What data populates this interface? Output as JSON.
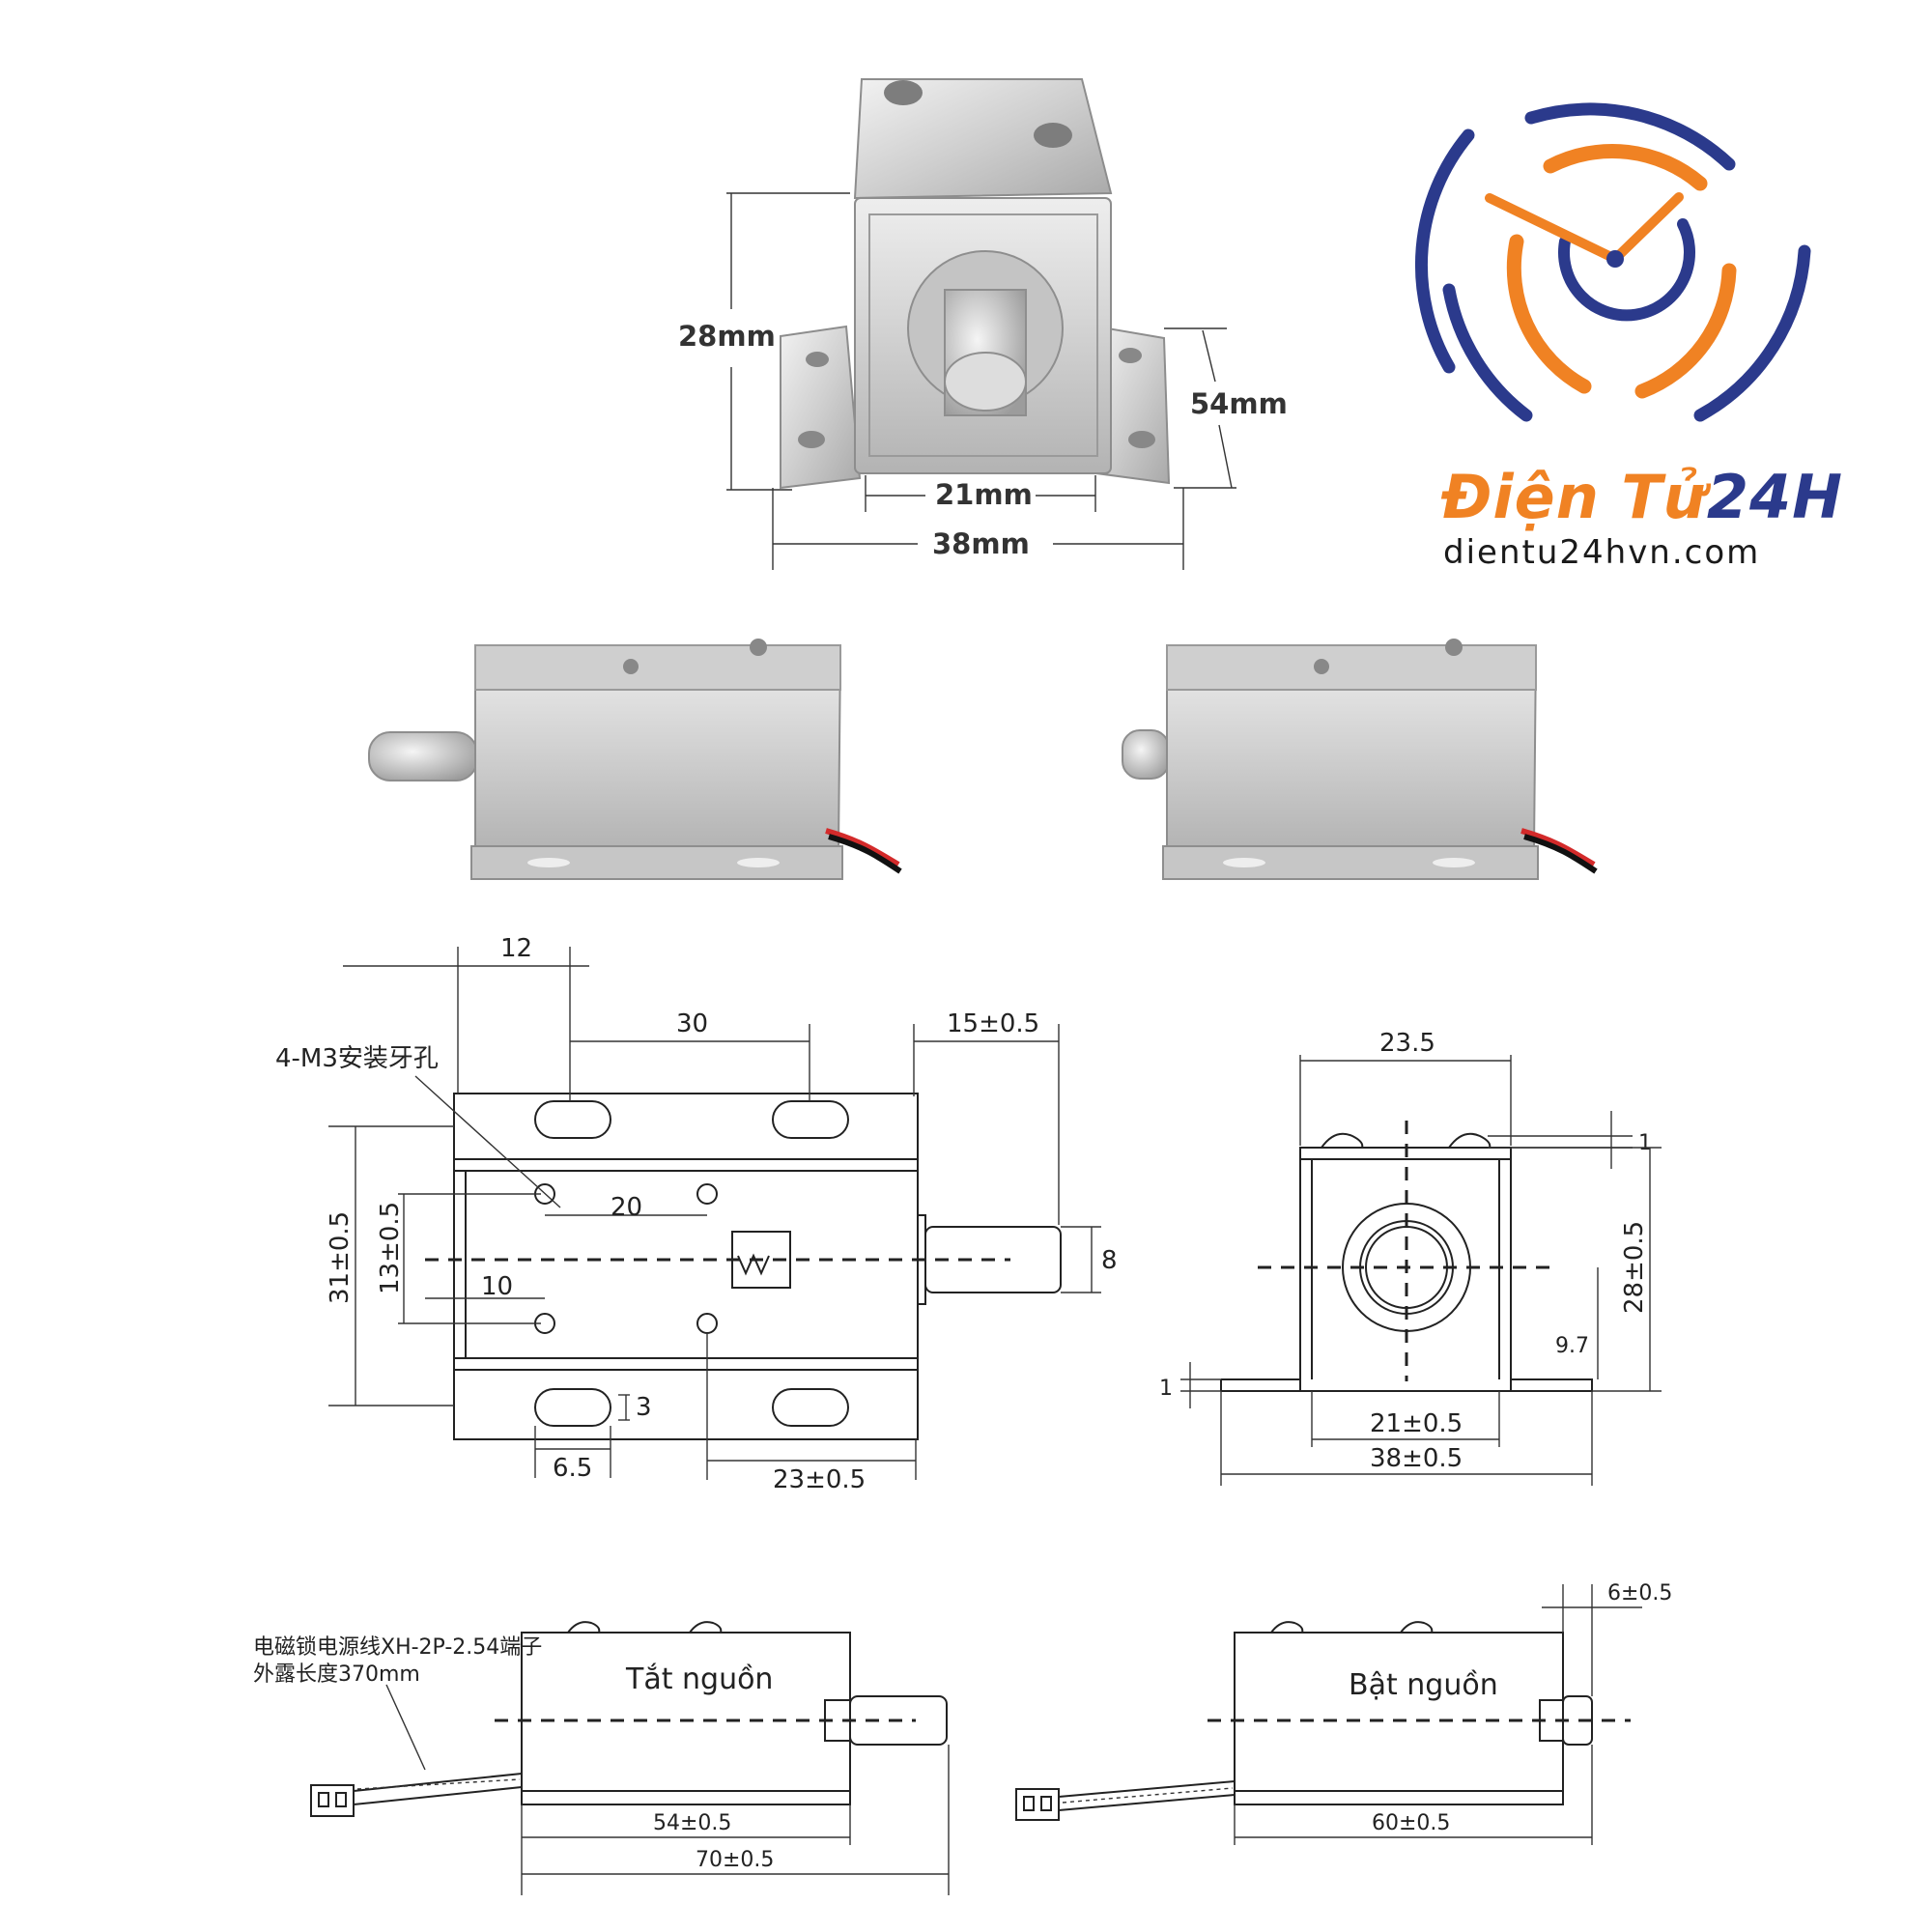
{
  "brand": {
    "name_part1": "Điện Tử",
    "name_part2": "24H",
    "website": "dientu24hvn.com",
    "colors": {
      "orange": "#f08223",
      "navy": "#2b3a8c"
    }
  },
  "photo_dimensions": {
    "height": "28mm",
    "depth": "54mm",
    "body_width": "21mm",
    "base_width": "38mm"
  },
  "top_view": {
    "dim_12": "12",
    "dim_30": "30",
    "dim_15": "15±0.5",
    "mount_holes_note": "4-M3安装牙孔",
    "dim_20": "20",
    "dim_31": "31±0.5",
    "dim_13": "13±0.5",
    "dim_10": "10",
    "dim_8": "8",
    "dim_3": "3",
    "dim_6_5": "6.5",
    "dim_23": "23±0.5"
  },
  "front_view": {
    "dim_23_5": "23.5",
    "dim_1_top": "1",
    "dim_28": "28±0.5",
    "dim_9_7": "9.7",
    "dim_1_left": "1",
    "dim_21": "21±0.5",
    "dim_38": "38±0.5"
  },
  "side_views": {
    "cable_note_line1": "电磁锁电源线XH-2P-2.54端子",
    "cable_note_line2": "外露长度370mm",
    "off_label": "Tắt nguồn",
    "on_label": "Bật nguồn",
    "dim_54": "54±0.5",
    "dim_70": "70±0.5",
    "dim_60": "60±0.5",
    "dim_6": "6±0.5"
  }
}
